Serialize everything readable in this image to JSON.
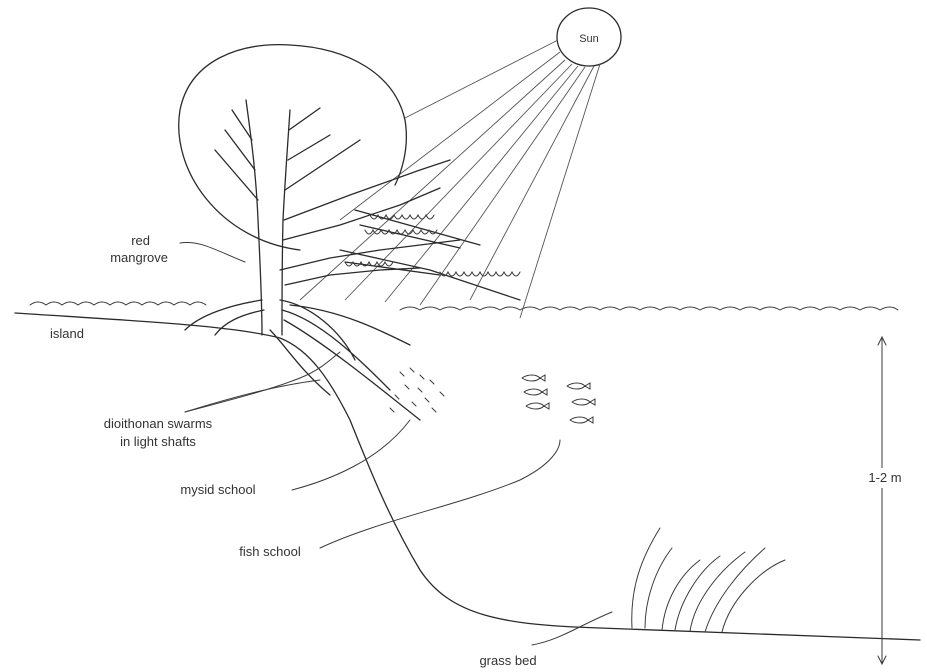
{
  "labels": {
    "sun": "Sun",
    "red_mangrove_line1": "red",
    "red_mangrove_line2": "mangrove",
    "island": "island",
    "swarms_line1": "dioithonan swarms",
    "swarms_line2": "in light shafts",
    "mysid_school": "mysid school",
    "fish_school": "fish school",
    "grass_bed": "grass bed",
    "depth": "1-2 m"
  }
}
